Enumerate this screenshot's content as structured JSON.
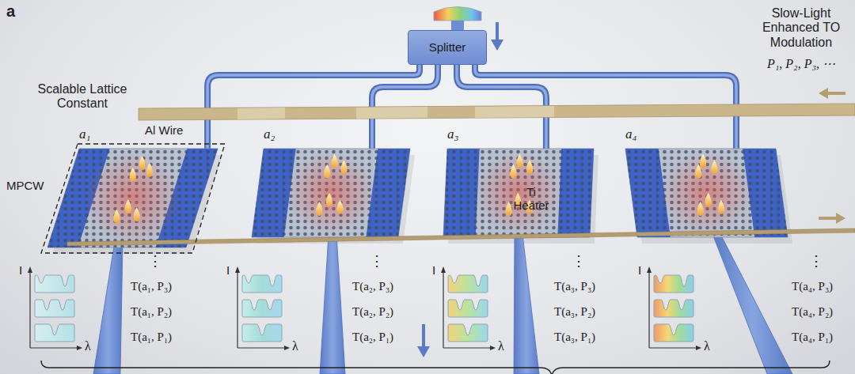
{
  "diagram": {
    "nodes": [
      {
        "text": [
          "Splitter"
        ]
      },
      {
        "text": [
          "a₁",
          "MPCW"
        ]
      },
      {
        "text": [
          "a₂"
        ]
      },
      {
        "text": [
          "a₃"
        ]
      },
      {
        "text": [
          "a₄"
        ]
      }
    ],
    "edges": [
      {
        "from": 0,
        "to": 1,
        "arrow": "none"
      },
      {
        "from": 0,
        "to": 2,
        "arrow": "none"
      },
      {
        "from": 0,
        "to": 3,
        "arrow": "none"
      },
      {
        "from": 0,
        "to": 4,
        "arrow": "none"
      }
    ],
    "labels": [
      "a",
      "Slow-Light Enhanced TO Modulation",
      "P₁, P₂, P₃, ⋯",
      "Scalable Lattice Constant",
      "Al Wire",
      "Ti Heater",
      "I",
      "λ",
      "⋮",
      "T(a₁, P₃)",
      "T(a₁, P₂)",
      "T(a₁, P₁)",
      "I",
      "λ",
      "⋮",
      "T(a₂, P₃)",
      "T(a₂, P₂)",
      "T(a₂, P₁)",
      "I",
      "λ",
      "⋮",
      "T(a₃, P₃)",
      "T(a₃, P₂)",
      "T(a₃, P₁)",
      "I",
      "λ",
      "⋮",
      "T(a₄, P₃)",
      "T(a₄, P₂)",
      "T(a₄, P₁)"
    ]
  }
}
